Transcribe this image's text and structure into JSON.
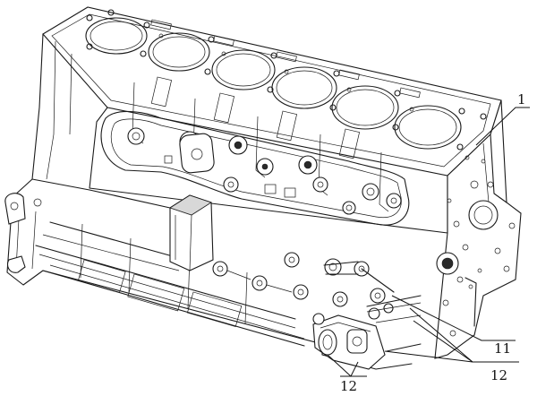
{
  "labels": {
    "part_1": "1",
    "part_11": "11",
    "part_12a": "12",
    "part_12b": "12"
  }
}
